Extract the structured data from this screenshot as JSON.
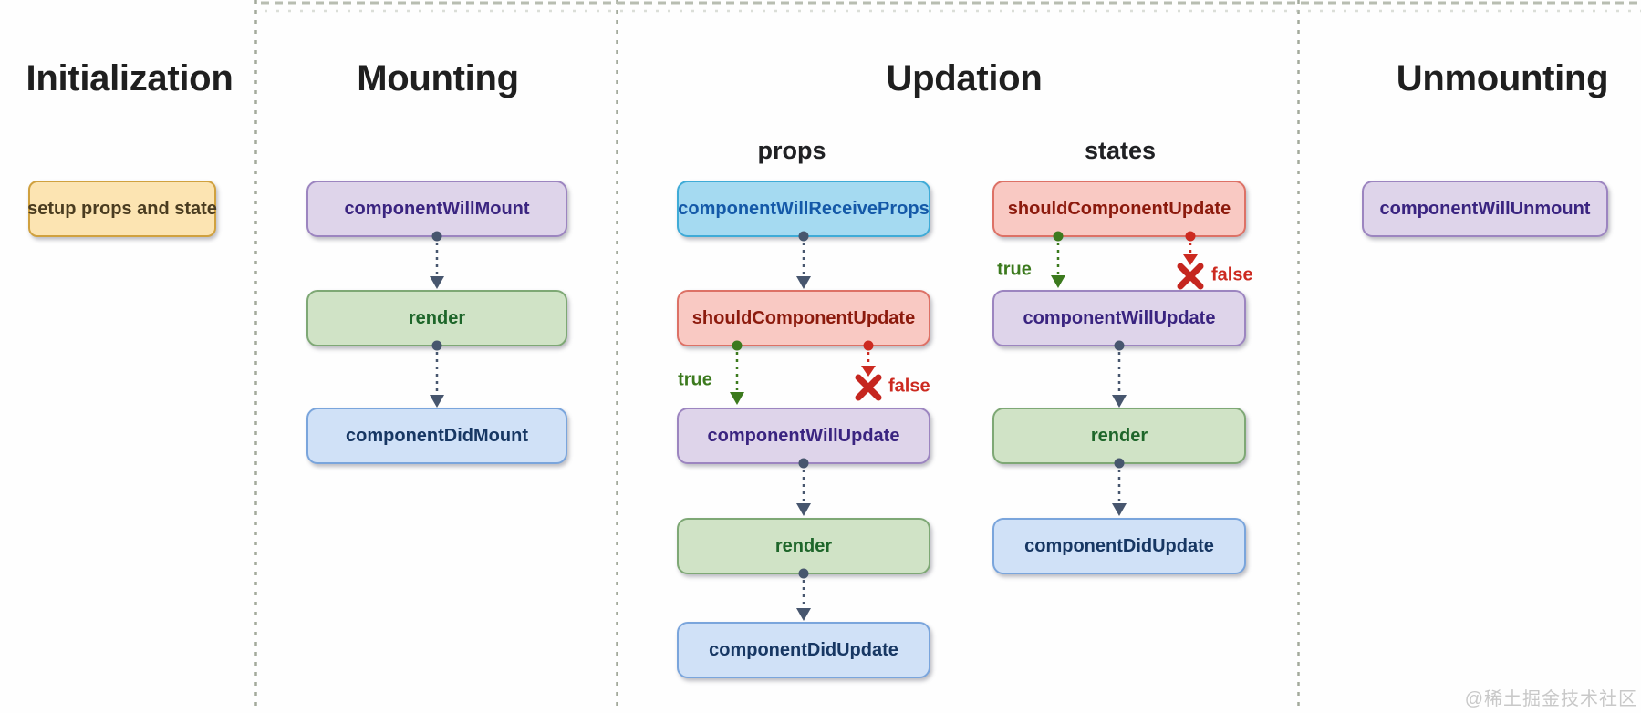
{
  "sections": {
    "initialization": {
      "title": "Initialization"
    },
    "mounting": {
      "title": "Mounting"
    },
    "updation": {
      "title": "Updation",
      "props_label": "props",
      "states_label": "states"
    },
    "unmounting": {
      "title": "Unmounting"
    }
  },
  "nodes": {
    "setup_props_and_state": "setup props and state",
    "component_will_mount": "componentWillMount",
    "render": "render",
    "component_did_mount": "componentDidMount",
    "component_will_receive_props": "componentWillReceiveProps",
    "should_component_update": "shouldComponentUpdate",
    "component_will_update": "componentWillUpdate",
    "component_did_update": "componentDidUpdate",
    "component_will_unmount": "componentWillUnmount"
  },
  "branch": {
    "true_label": "true",
    "false_label": "false"
  },
  "watermark": "@稀土掘金技术社区",
  "colors": {
    "node_orange_fill": "#fce4b2",
    "node_orange_border": "#d0a13f",
    "node_orange_text": "#4a3c20",
    "node_purple_fill": "#ded4ea",
    "node_purple_border": "#9c85c0",
    "node_purple_text": "#3a2480",
    "node_green_fill": "#d0e3c6",
    "node_green_border": "#7ea875",
    "node_green_text": "#1e662a",
    "node_blue_fill": "#d0e1f7",
    "node_blue_border": "#7aa5dc",
    "node_blue_text": "#173763",
    "node_sky_fill": "#a5daf1",
    "node_sky_border": "#3fabd7",
    "node_sky_text": "#1459a8",
    "node_red_fill": "#f9c9c3",
    "node_red_border": "#dd7166",
    "node_red_text": "#8c1a0d",
    "arrow_slate": "#47566e",
    "arrow_true_green": "#3c7a1e",
    "arrow_false_red": "#cc2a20",
    "x_mark_red": "#c5261f",
    "divider": "#a3aa9c",
    "topline": "#b8bdb1",
    "watermark_text": "#c8c8c8"
  }
}
